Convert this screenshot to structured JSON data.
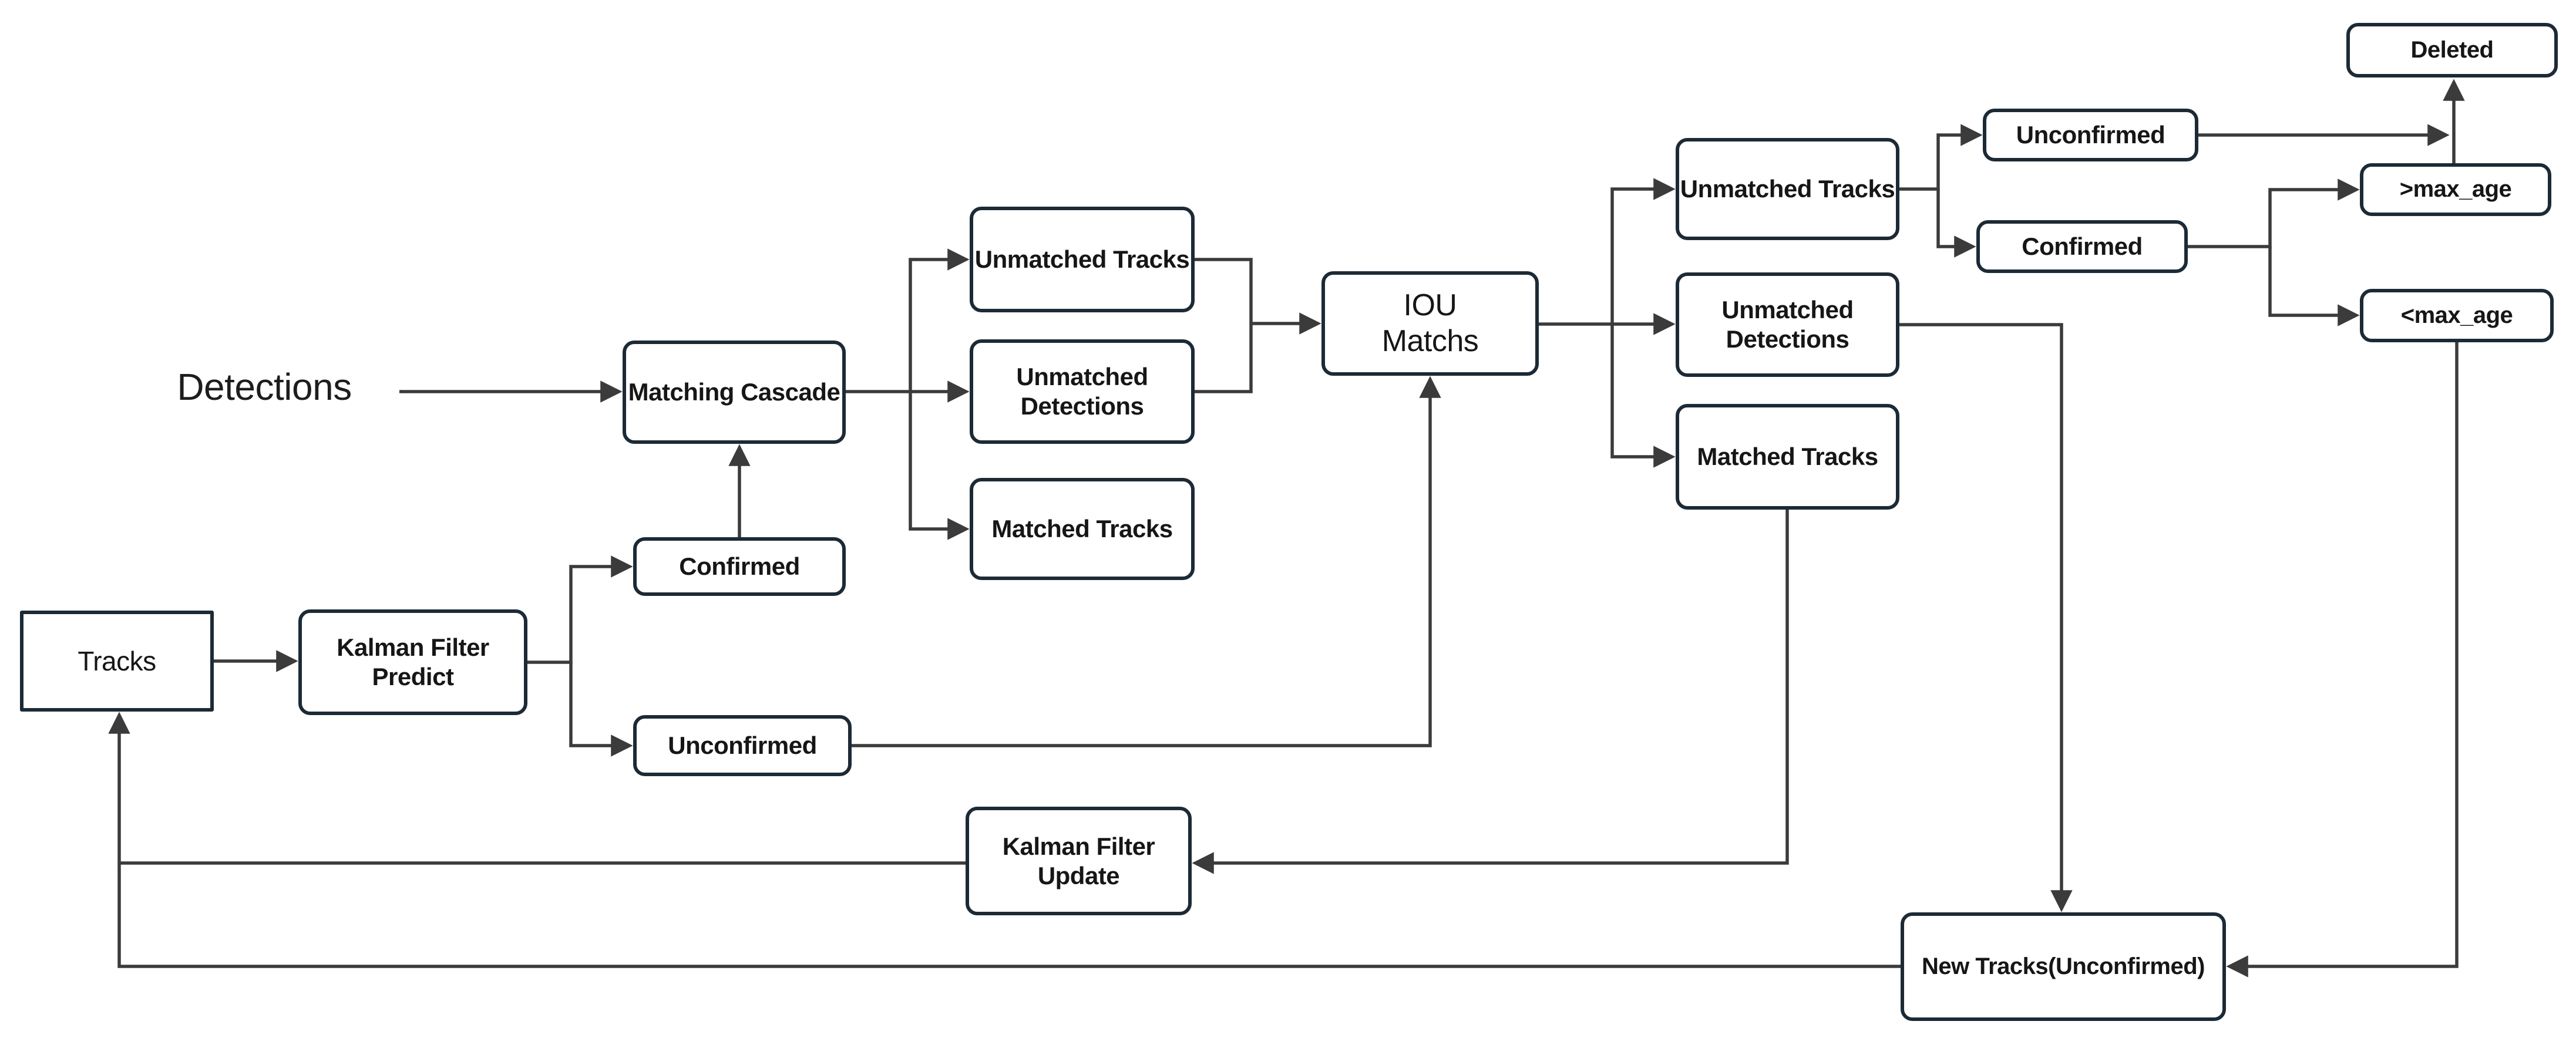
{
  "diagram": {
    "description": "Object tracking flowchart",
    "colors": {
      "background": "#ffffff",
      "box_border": "#1c2a36",
      "line": "#3b3b3b",
      "text": "#161616"
    },
    "nodes": {
      "detections": {
        "label": "Detections"
      },
      "tracks": {
        "label": "Tracks"
      },
      "kalman_predict": {
        "label": "Kalman Filter Predict"
      },
      "confirmed_left": {
        "label": "Confirmed"
      },
      "unconfirmed_left": {
        "label": "Unconfirmed"
      },
      "matching_cascade": {
        "label": "Matching Cascade"
      },
      "unmatched_tracks_cascade": {
        "label": "Unmatched Tracks"
      },
      "unmatched_detections_cascade": {
        "label": "Unmatched Detections"
      },
      "matched_tracks_cascade": {
        "label": "Matched Tracks"
      },
      "iou_matchs": {
        "label": "IOU Matchs"
      },
      "unmatched_tracks_iou": {
        "label": "Unmatched Tracks"
      },
      "unmatched_detections_iou": {
        "label": "Unmatched Detections"
      },
      "matched_tracks_iou": {
        "label": "Matched Tracks"
      },
      "unconfirmed_right": {
        "label": "Unconfirmed"
      },
      "confirmed_right": {
        "label": "Confirmed"
      },
      "deleted": {
        "label": "Deleted"
      },
      "gt_max_age": {
        "label": ">max_age"
      },
      "lt_max_age": {
        "label": "<max_age"
      },
      "kalman_update": {
        "label": "Kalman Filter Update"
      },
      "new_tracks": {
        "label": "New Tracks(Unconfirmed)"
      }
    }
  }
}
